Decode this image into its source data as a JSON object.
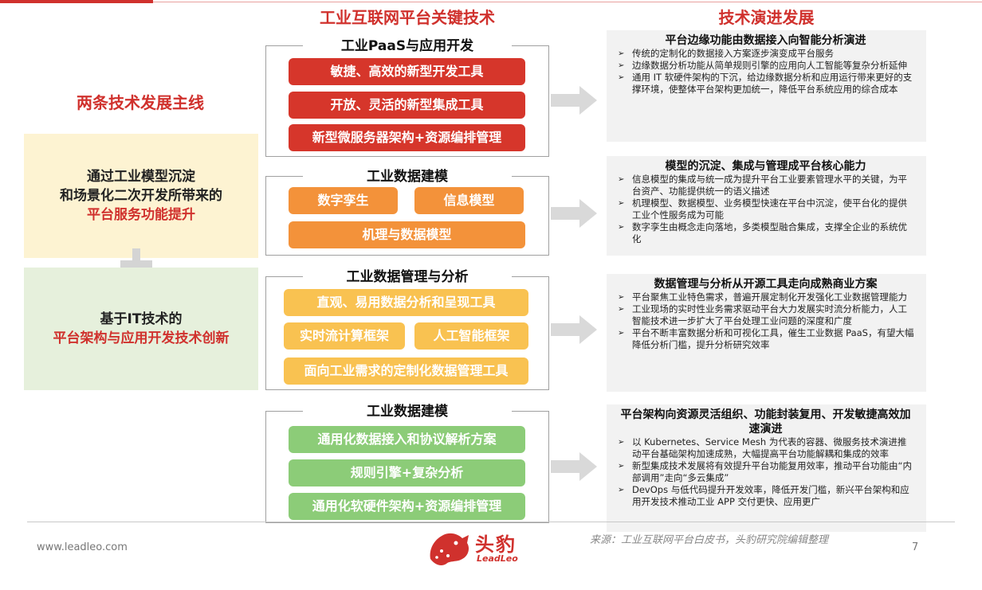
{
  "header": {
    "mid_title": "工业互联网平台关键技术",
    "right_title": "技术演进发展"
  },
  "left": {
    "heading": "两条技术发展主线",
    "box1": {
      "line1": "通过工业模型沉淀",
      "line2": "和场景化二次开发所带来的",
      "highlight": "平台服务功能提升"
    },
    "box2": {
      "line1": "基于IT技术的",
      "highlight": "平台架构与应用开发技术创新"
    }
  },
  "middle": [
    {
      "title": "工业PaaS与应用开发",
      "pills": [
        "敏捷、高效的新型开发工具",
        "开放、灵活的新型集成工具",
        "新型微服务器架构+资源编排管理"
      ]
    },
    {
      "title": "工业数据建模",
      "pills": [
        "数字孪生",
        "信息模型",
        "机理与数据模型"
      ]
    },
    {
      "title": "工业数据管理与分析",
      "pills": [
        "直观、易用数据分析和呈现工具",
        "实时流计算框架",
        "人工智能框架",
        "面向工业需求的定制化数据管理工具"
      ]
    },
    {
      "title": "工业数据建模",
      "pills": [
        "通用化数据接入和协议解析方案",
        "规则引擎+复杂分析",
        "通用化软硬件架构+资源编排管理"
      ]
    }
  ],
  "right": [
    {
      "title": "平台边缘功能由数据接入向智能分析演进",
      "items": [
        "传统的定制化的数据接入方案逐步演变成平台服务",
        "边缘数据分析功能从简单规则引擎的应用向人工智能等复杂分析延伸",
        "通用 IT 软硬件架构的下沉，给边缘数据分析和应用运行带来更好的支撑环境，使整体平台架构更加统一，降低平台系统应用的综合成本"
      ]
    },
    {
      "title": "模型的沉淀、集成与管理成平台核心能力",
      "items": [
        "信息模型的集成与统一成为提升平台工业要素管理水平的关键，为平台资产、功能提供统一的语义描述",
        "机理模型、数据模型、业务模型快速在平台中沉淀，使平台化的提供工业个性服务成为可能",
        "数字孪生由概念走向落地，多类模型融合集成，支撑全企业的系统优化"
      ]
    },
    {
      "title": "数据管理与分析从开源工具走向成熟商业方案",
      "items": [
        "平台聚焦工业特色需求，普遍开展定制化开发强化工业数据管理能力",
        "工业现场的实时性业务需求驱动平台大力发展实时流分析能力，人工智能技术进一步扩大了平台处理工业问题的深度和广度",
        "平台不断丰富数据分析和可视化工具，催生工业数据 PaaS，有望大幅降低分析门槛，提升分析研究效率"
      ]
    },
    {
      "title": "平台架构向资源灵活组织、功能封装复用、开发敏捷高效加速演进",
      "items": [
        "以 Kubernetes、Service Mesh 为代表的容器、微服务技术演进推动平台基础架构加速成熟，大幅提高平台功能解耦和集成的效率",
        "新型集成技术发展将有效提升平台功能复用效率，推动平台功能由“内部调用”走向“多云集成”",
        "DevOps 与低代码提升开发效率，降低开发门槛，新兴平台架构和应用开发技术推动工业 APP 交付更快、应用更广"
      ]
    }
  ],
  "footer": {
    "url": "www.leadleo.com",
    "source": "来源：工业互联网平台白皮书，头豹研究院编辑整理",
    "page": "7",
    "logo_cn": "头豹",
    "logo_en": "LeadLeo"
  },
  "colors": {
    "red": "#d6362b",
    "orange": "#f3923a",
    "yellow": "#f9c251",
    "green": "#8ccc78",
    "accent": "#d0312d"
  }
}
